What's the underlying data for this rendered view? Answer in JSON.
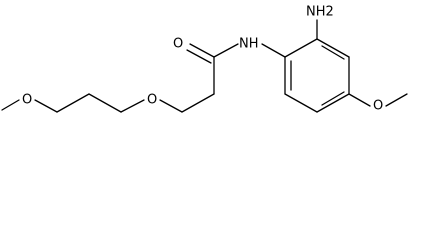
{
  "molecule": {
    "labels": {
      "amine": "NH2",
      "amide_n": "NH",
      "carbonyl_o": "O",
      "methoxy_ring_o": "O",
      "ether_o_inner": "O",
      "ether_o_outer": "O"
    }
  }
}
